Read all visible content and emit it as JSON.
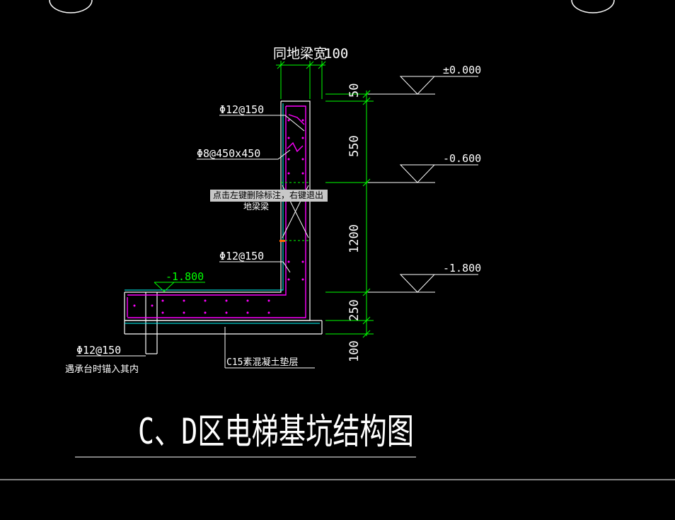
{
  "drawing": {
    "title": "C、D区电梯基坑结构图",
    "top_label": "同地梁宽",
    "top_dim": "100",
    "rebar_top": "Φ12@150",
    "tie_label": "Φ8@450x450",
    "beam_label": "地梁梁",
    "rebar_mid": "Φ12@150",
    "left_level": "-1.800",
    "rebar_bottom": "Φ12@150",
    "anchor_note": "遇承台时锚入其内",
    "cushion_note": "C15素混凝土垫层",
    "levels": [
      "±0.000",
      "-0.600",
      "-1.800"
    ],
    "dims": [
      "50",
      "550",
      "1200",
      "250",
      "100"
    ]
  },
  "tooltip": {
    "text": "点击左键删除标注，右键退出"
  },
  "colors": {
    "background": "#000000",
    "line": "#ffffff",
    "dim": "#00ff00",
    "rebar": "#ff00ff",
    "concrete": "#00ffff"
  }
}
